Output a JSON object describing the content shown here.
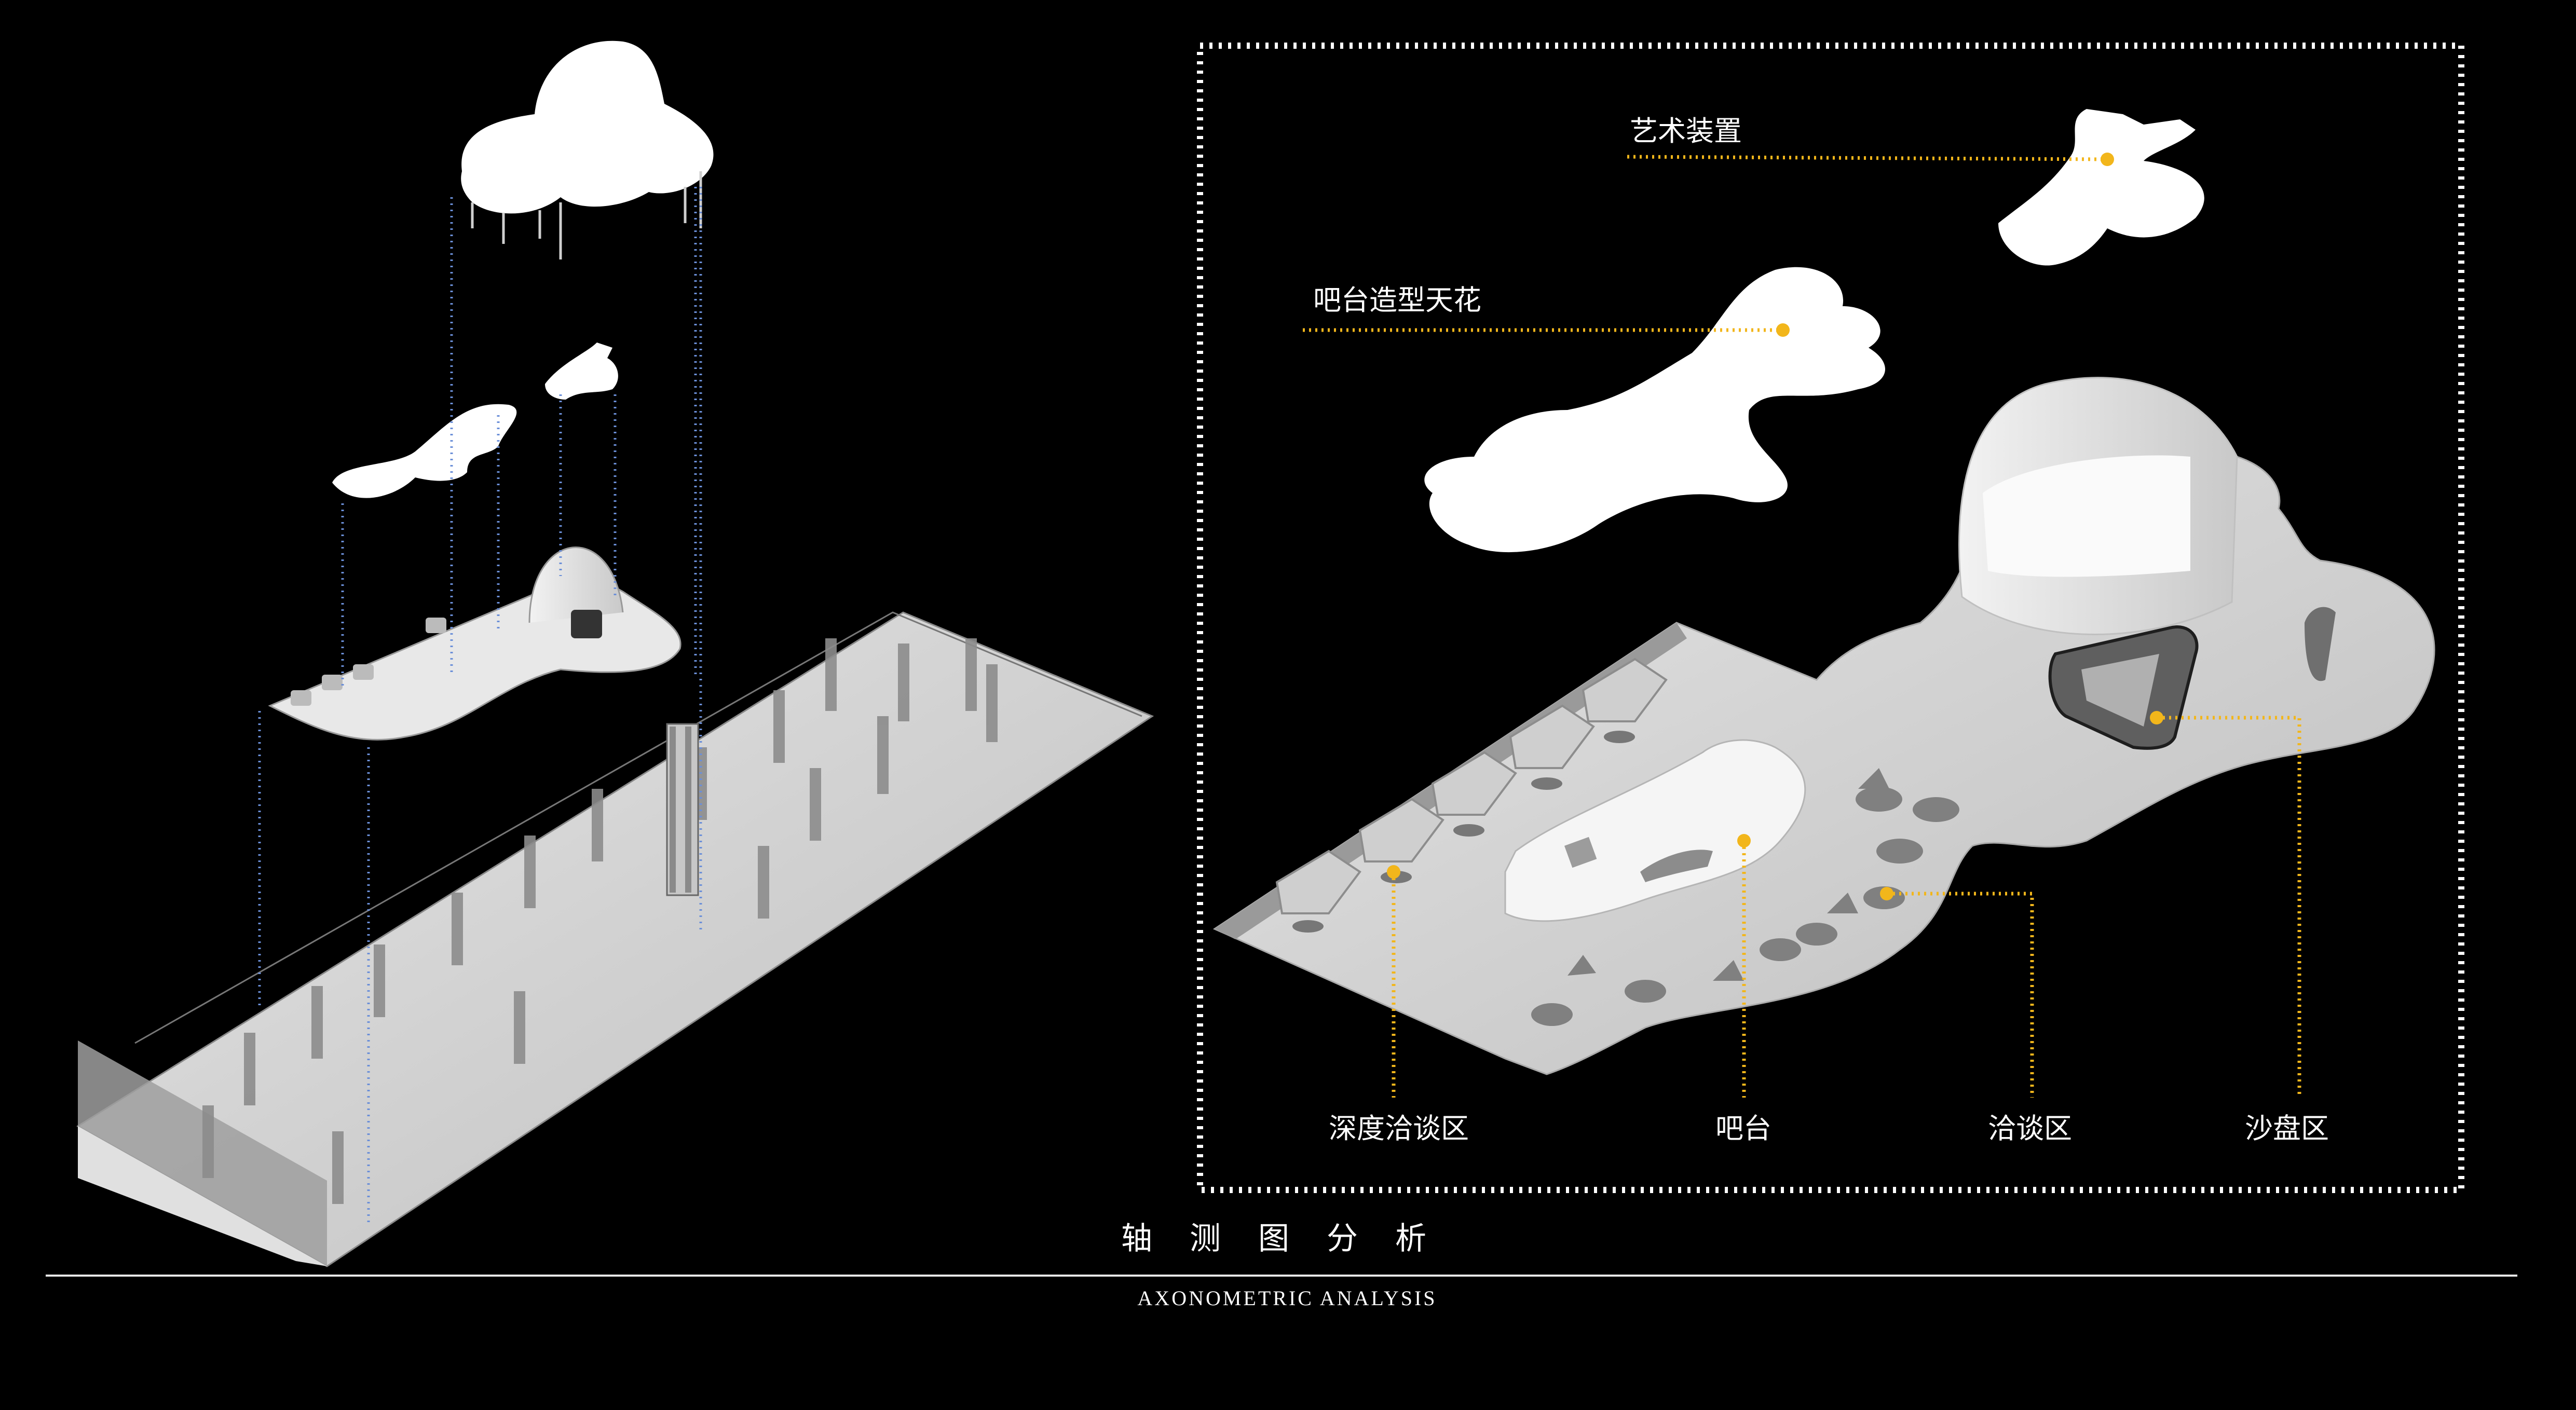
{
  "colors": {
    "background": "#000000",
    "accent_dotted": "#f2b61b",
    "connector_blue": "#6b8fd8",
    "frame": "#ffffff",
    "floor": "#d9d9d9"
  },
  "labels": {
    "art_installation": "艺术装置",
    "bar_ceiling": "吧台造型天花",
    "deep_negotiation": "深度洽谈区",
    "bar": "吧台",
    "negotiation": "洽谈区",
    "sandbox": "沙盘区"
  },
  "title": {
    "cn": "轴测图分析",
    "en": "AXONOMETRIC ANALYSIS"
  }
}
